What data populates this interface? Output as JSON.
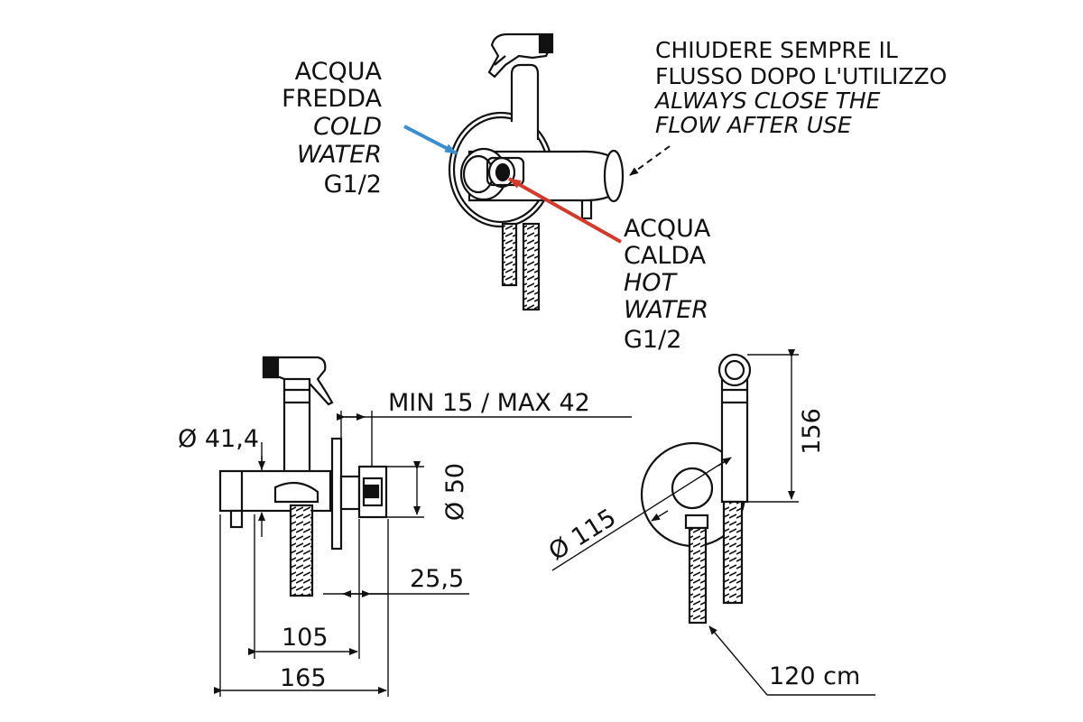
{
  "labels": {
    "cold_it": [
      "ACQUA",
      "FREDDA"
    ],
    "cold_en": [
      "COLD",
      "WATER"
    ],
    "cold_thread": "G1/2",
    "hot_it": [
      "ACQUA",
      "CALDA"
    ],
    "hot_en": [
      "HOT",
      "WATER"
    ],
    "hot_thread": "G1/2",
    "close_it": [
      "CHIUDERE SEMPRE IL",
      "FLUSSO DOPO L'UTILIZZO"
    ],
    "close_en": [
      "ALWAYS CLOSE THE",
      "FLOW AFTER  USE"
    ]
  },
  "dimensions": {
    "wall_range": "MIN 15 / MAX 42",
    "body_diameter": "Ø 41,4",
    "connector_diameter": "Ø 50",
    "offset": "25,5",
    "depth_105": "105",
    "depth_165": "165",
    "plate_diameter": "Ø 115",
    "height_156": "156",
    "hose_length": "120 cm"
  },
  "colors": {
    "cold_arrow": "#3a8ed0",
    "hot_arrow": "#d23a2c",
    "line": "#111111"
  }
}
